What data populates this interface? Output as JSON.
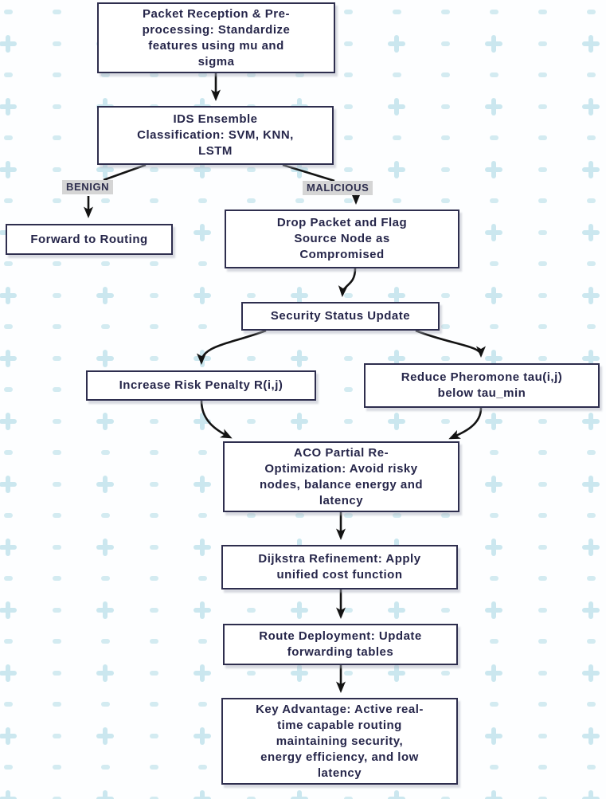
{
  "colors": {
    "background": "#fdfeff",
    "box_border": "#2e2e4e",
    "box_fill": "#ffffff",
    "text": "#26264a",
    "arrow": "#131313",
    "edge_label_bg": "#d5d5d5",
    "edge_label_text": "#2e2e4e",
    "pattern_plus": "#cbe7ef",
    "pattern_dot": "#d3ebf1"
  },
  "diagram": {
    "type": "flowchart",
    "direction": "top-down",
    "nodes": [
      {
        "id": "packet_reception",
        "label": "Packet Reception & Pre-\nprocessing: Standardize\nfeatures using mu and\nsigma"
      },
      {
        "id": "ids_ensemble",
        "label": "IDS Ensemble\nClassification: SVM, KNN,\nLSTM"
      },
      {
        "id": "forward_to_routing",
        "label": "Forward to Routing"
      },
      {
        "id": "drop_packet",
        "label": "Drop Packet and Flag\nSource Node as\nCompromised"
      },
      {
        "id": "security_status_update",
        "label": "Security Status Update"
      },
      {
        "id": "increase_risk_penalty",
        "label": "Increase Risk Penalty R(i,j)"
      },
      {
        "id": "reduce_pheromone",
        "label": "Reduce Pheromone tau(i,j)\nbelow tau_min"
      },
      {
        "id": "aco_partial_reoptimization",
        "label": "ACO Partial Re-\nOptimization: Avoid risky\nnodes, balance energy and\nlatency"
      },
      {
        "id": "dijkstra_refinement",
        "label": "Dijkstra Refinement: Apply\nunified cost function"
      },
      {
        "id": "route_deployment",
        "label": "Route Deployment: Update\nforwarding tables"
      },
      {
        "id": "key_advantage",
        "label": "Key Advantage: Active real-\ntime capable routing\nmaintaining security,\nenergy efficiency, and low\nlatency"
      }
    ],
    "edges": [
      {
        "from": "packet_reception",
        "to": "ids_ensemble",
        "label": ""
      },
      {
        "from": "ids_ensemble",
        "to": "forward_to_routing",
        "label": "BENIGN"
      },
      {
        "from": "ids_ensemble",
        "to": "drop_packet",
        "label": "MALICIOUS"
      },
      {
        "from": "drop_packet",
        "to": "security_status_update",
        "label": ""
      },
      {
        "from": "security_status_update",
        "to": "increase_risk_penalty",
        "label": ""
      },
      {
        "from": "security_status_update",
        "to": "reduce_pheromone",
        "label": ""
      },
      {
        "from": "increase_risk_penalty",
        "to": "aco_partial_reoptimization",
        "label": ""
      },
      {
        "from": "reduce_pheromone",
        "to": "aco_partial_reoptimization",
        "label": ""
      },
      {
        "from": "aco_partial_reoptimization",
        "to": "dijkstra_refinement",
        "label": ""
      },
      {
        "from": "dijkstra_refinement",
        "to": "route_deployment",
        "label": ""
      },
      {
        "from": "route_deployment",
        "to": "key_advantage",
        "label": ""
      }
    ]
  }
}
